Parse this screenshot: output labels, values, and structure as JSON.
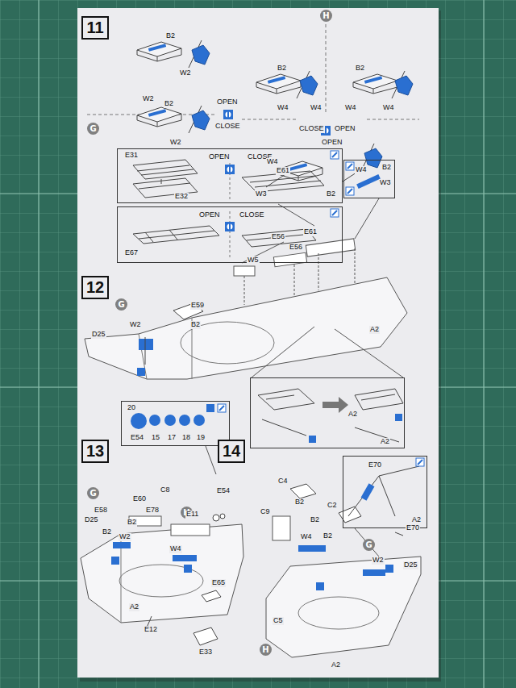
{
  "diagram": {
    "nodes": [
      {
        "text": [
          "11"
        ]
      },
      {
        "text": [
          "H"
        ]
      },
      {
        "text": [
          "G"
        ]
      },
      {
        "text": [
          "E31",
          "OPEN",
          "CLOSE",
          "E61",
          "E32"
        ]
      },
      {
        "text": [
          "B2"
        ]
      },
      {
        "text": [
          "OPEN",
          "CLOSE",
          "E67",
          "E56"
        ]
      },
      {
        "text": [
          "12"
        ]
      },
      {
        "text": [
          "G"
        ]
      },
      {
        "text": [
          "A2",
          "A2"
        ]
      },
      {
        "text": [
          "13"
        ]
      },
      {
        "text": [
          "20",
          "E54",
          "15",
          "17",
          "18",
          "19"
        ]
      },
      {
        "text": [
          "14"
        ]
      },
      {
        "text": [
          "E70",
          "A2"
        ]
      },
      {
        "text": [
          "G"
        ]
      },
      {
        "text": [
          "H"
        ]
      },
      {
        "text": [
          "G"
        ]
      },
      {
        "text": [
          "H"
        ]
      }
    ],
    "labels": [
      "B2",
      "W2",
      "W2",
      "B2",
      "W2",
      "OPEN",
      "CLOSE",
      "B2",
      "W4",
      "W4",
      "B2",
      "W4",
      "W4",
      "CLOSE",
      "OPEN",
      "OPEN",
      "W4",
      "W4",
      "W3",
      "W3",
      "B2",
      "E61",
      "E56",
      "W5",
      "E59",
      "B2",
      "D25",
      "W2",
      "A2",
      "C8",
      "E54",
      "E60",
      "E58",
      "E78",
      "E11",
      "B2",
      "B2",
      "D25",
      "W2",
      "W4",
      "E65",
      "A2",
      "E12",
      "E33",
      "C4",
      "C9",
      "B2",
      "C2",
      "B2",
      "W4",
      "B2",
      "E70",
      "W2",
      "D25",
      "C5",
      "A2"
    ]
  }
}
